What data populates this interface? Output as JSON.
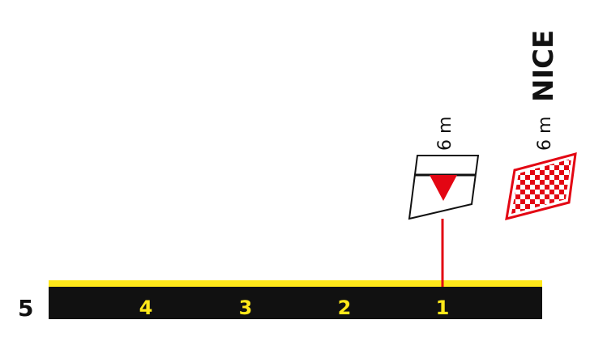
{
  "profile": {
    "total_distance_label": "5",
    "km_markers": [
      "4",
      "3",
      "2",
      "1"
    ],
    "intermediate_point": {
      "altitude_label": "6 m",
      "marker": "red-triangle-flamme-rouge-icon"
    },
    "finish": {
      "city": "NICE",
      "altitude_label": "6 m",
      "marker": "checkered-flag-icon"
    },
    "colors": {
      "road": "#111111",
      "road_edge": "#ffe81a",
      "km_text": "#ffe81a",
      "accent_red": "#e30613",
      "text": "#111111"
    }
  }
}
